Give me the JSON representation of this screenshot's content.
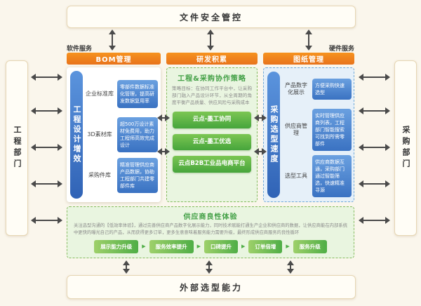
{
  "colors": {
    "background": "#faf6ec",
    "accent_orange": "#ed7d20",
    "accent_blue": "#3c78c8",
    "accent_green": "#46a53c"
  },
  "top_box": {
    "label": "文件安全管控"
  },
  "bottom_box": {
    "label": "外部选型能力"
  },
  "left_box": {
    "label": "工程部门"
  },
  "right_box": {
    "label": "采购部门"
  },
  "header": {
    "left_tag": "软件服务",
    "right_tag": "硬件服务",
    "segments": [
      "BOM管理",
      "研发积累",
      "图纸管理"
    ]
  },
  "left_panel": {
    "pill": "工程设计增效",
    "rows": [
      {
        "label": "企业标准库",
        "desc": "零部件数据标准化管理，提高研发数据复用率"
      },
      {
        "label": "3D素材库",
        "desc": "超500万设计素材免费用，助力工程师高效完成设计"
      },
      {
        "label": "采购件库",
        "desc": "精准管理供应商产品数据，协助工程部门共建零部件库"
      }
    ]
  },
  "middle_panel": {
    "title": "工程&采购协作策略",
    "desc": "策略目标：在协同工作平台中，让采购部门融入产品设计环节，从全周期的角度平衡产品质量、供应风险与采购成本",
    "items": [
      "云点-墨工协同",
      "云点-墨工优选",
      "云点B2B工业品电商平台"
    ]
  },
  "right_panel": {
    "pill": "采购选型速度",
    "rows": [
      {
        "label": "产品数字化展示",
        "desc": "方便采购快速选型"
      },
      {
        "label": "供应商管理",
        "desc": "实时管理供应商列表，工程部门智能搜索可找到所需零部件"
      },
      {
        "label": "选型工具",
        "desc": "供应商数据互通，采购部门通过智能筛选，快速精准寻源"
      }
    ]
  },
  "bottom_panel": {
    "title": "供应商良性体验",
    "desc": "关注选型沟通的【低效率体验】，通过完善供应商产品数字化展示能力，同时技术赋能打通生产企业和供应商的数据，让供应商能在内部系统中更快的曝光自己的产品，从而获得更多订单，更多生意意味着服务能力需要升级，最终形成供应商服务的良性循环",
    "steps": [
      "展示能力升级",
      "服务效率提升",
      "口碑提升",
      "订单倍增",
      "服务升级"
    ]
  }
}
